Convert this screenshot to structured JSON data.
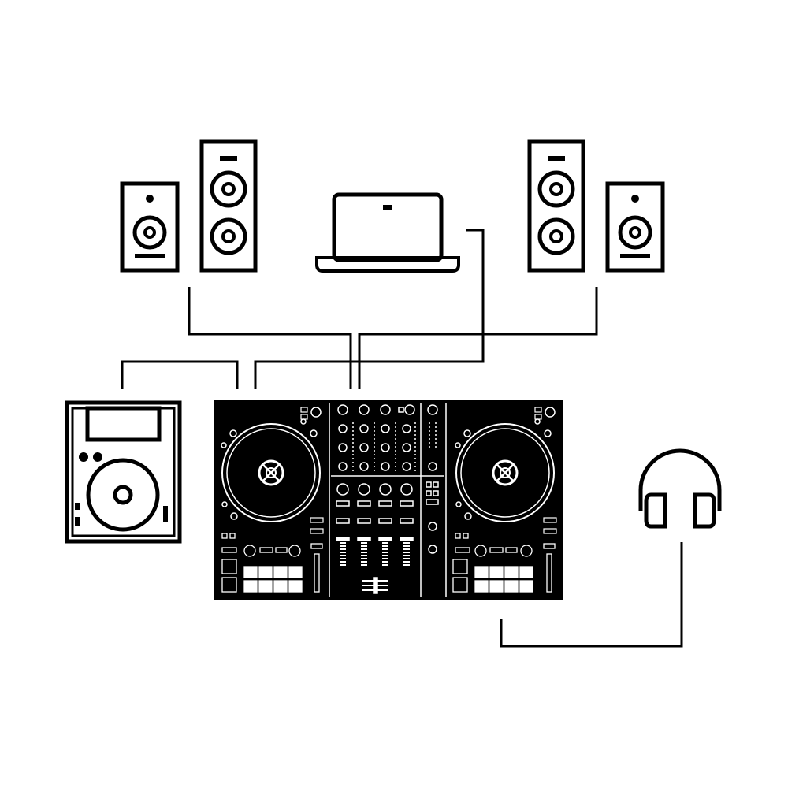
{
  "diagram": {
    "colors": {
      "background": "#ffffff",
      "ink": "#000000",
      "controller_body": "#000000",
      "controller_detail": "#ffffff"
    },
    "devices": [
      {
        "id": "small-speaker-left",
        "icon": "bookshelf-speaker-icon"
      },
      {
        "id": "tall-speaker-left",
        "icon": "tower-speaker-icon"
      },
      {
        "id": "laptop",
        "icon": "laptop-icon"
      },
      {
        "id": "tall-speaker-right",
        "icon": "tower-speaker-icon"
      },
      {
        "id": "small-speaker-right",
        "icon": "bookshelf-speaker-icon"
      },
      {
        "id": "cd-player",
        "icon": "cdj-player-icon"
      },
      {
        "id": "dj-controller",
        "icon": "dj-controller-icon"
      },
      {
        "id": "headphones",
        "icon": "headphones-icon"
      }
    ],
    "connections": [
      {
        "from": "left-speakers",
        "to": "dj-controller"
      },
      {
        "from": "right-speakers",
        "to": "dj-controller"
      },
      {
        "from": "laptop",
        "to": "dj-controller"
      },
      {
        "from": "cd-player",
        "to": "dj-controller"
      },
      {
        "from": "dj-controller",
        "to": "headphones"
      }
    ]
  }
}
